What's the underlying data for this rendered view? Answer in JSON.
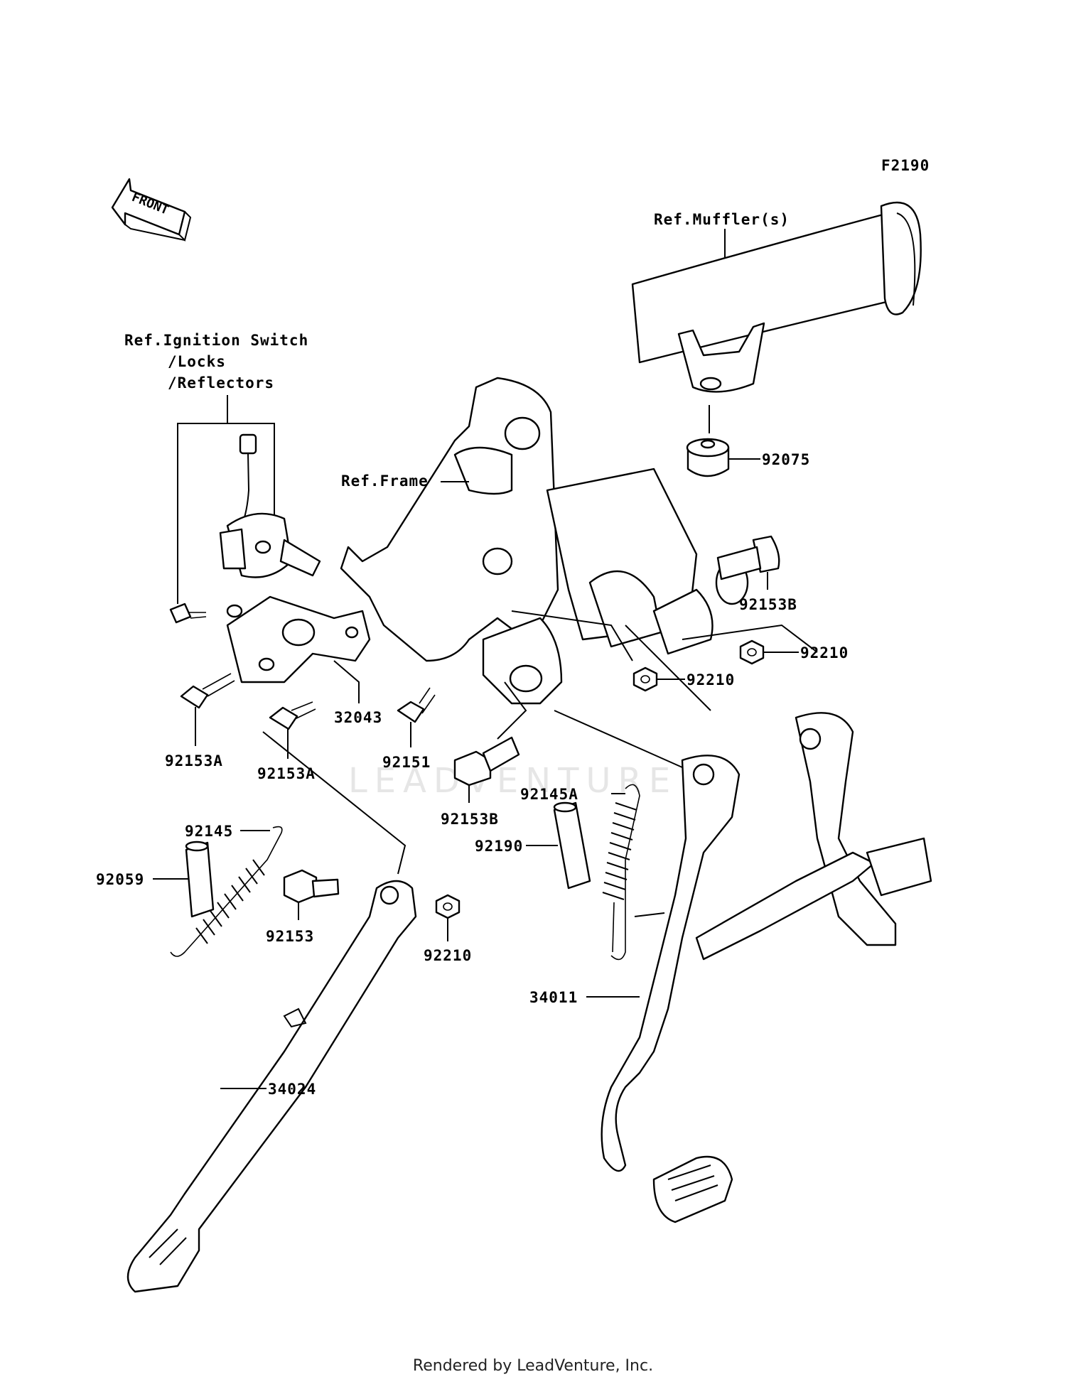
{
  "diagram_code": "F2190",
  "front_arrow": "FRONT",
  "references": {
    "muffler": "Ref.Muffler(s)",
    "ignition_line1": "Ref.Ignition Switch",
    "ignition_line2": "/Locks",
    "ignition_line3": "/Reflectors",
    "frame": "Ref.Frame"
  },
  "parts": {
    "p92075": "92075",
    "p92153B_top": "92153B",
    "p92210_a": "92210",
    "p92210_b": "92210",
    "p32043": "32043",
    "p92153A_left": "92153A",
    "p92153A_right": "92153A",
    "p92151": "92151",
    "p92153B_bottom": "92153B",
    "p92145A": "92145A",
    "p92190": "92190",
    "p92145": "92145",
    "p92059": "92059",
    "p92153": "92153",
    "p92210_c": "92210",
    "p34011": "34011",
    "p34024": "34024"
  },
  "watermark": "LEADVENTURE",
  "footer": "Rendered by LeadVenture, Inc."
}
